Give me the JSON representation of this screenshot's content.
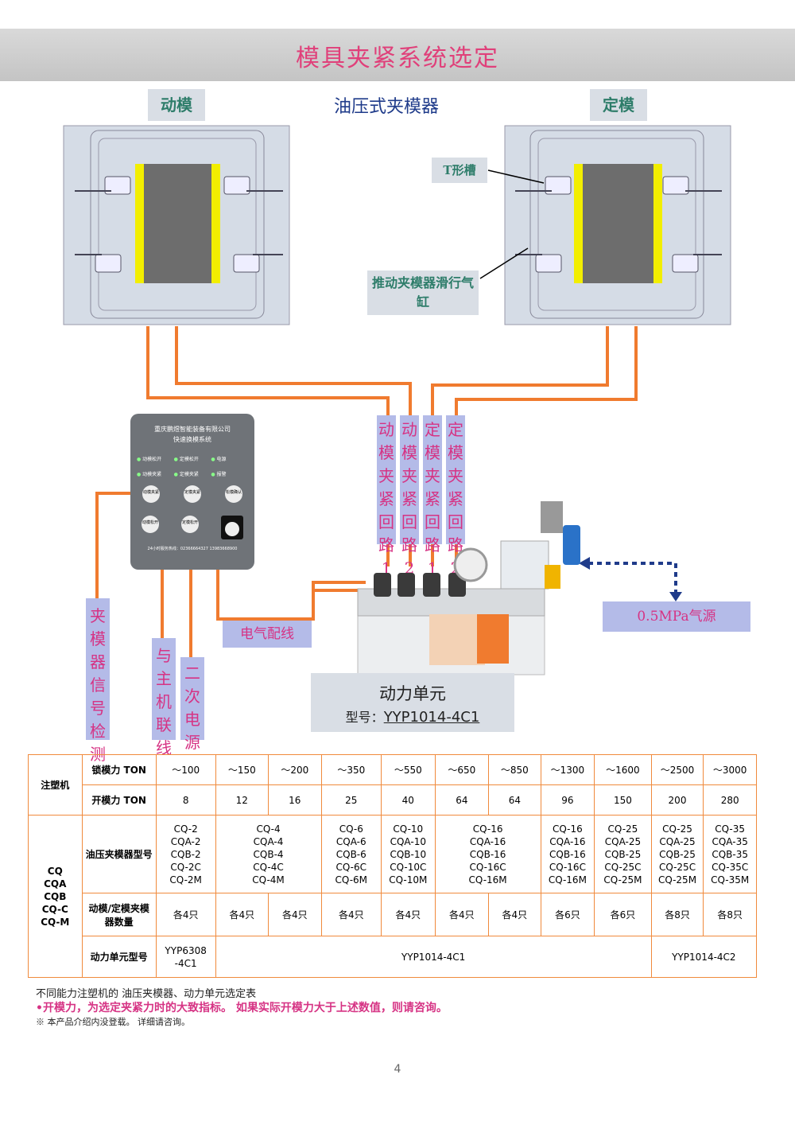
{
  "title": "模具夹紧系统选定",
  "left_label": "动模",
  "right_label": "定模",
  "center_title": "油压式夹模器",
  "callout_t": "T形槽",
  "callout_cyl": "推动夹模器滑行气缸",
  "panel": {
    "company": "重庆鹏煜智能装备有限公司",
    "system": "快速换模系统",
    "lamps": [
      "动模松开",
      "定模松开",
      "电源",
      "动模夹紧",
      "定模夹紧",
      "报警"
    ],
    "btns": [
      "动模夹紧",
      "定模夹紧",
      "松模确认",
      "动模松开",
      "定模松开"
    ],
    "hotline": "24小时服务热线：02366664327 13983668900"
  },
  "circuits": [
    "动模夹紧回路1",
    "动模夹紧回路2",
    "定模夹紧回路1",
    "定模夹紧回路2"
  ],
  "air_source": "0.5MPa气源",
  "electrical": "电气配线",
  "signal": "夹模器信号检测",
  "link": "与主机联线",
  "power2": "二次电源",
  "power_unit": {
    "title": "动力单元",
    "model_label": "型号：",
    "model": "YYP1014-4C1"
  },
  "table": {
    "injection": "注塑机",
    "lock_force": "锁模力 TON",
    "lock_values": [
      "～100",
      "～150",
      "～200",
      "～350",
      "～550",
      "～650",
      "～850",
      "～1300",
      "～1600",
      "～2500",
      "～3000"
    ],
    "open_force": "开模力 TON",
    "open_values": [
      "8",
      "12",
      "16",
      "25",
      "40",
      "64",
      "64",
      "96",
      "150",
      "200",
      "280"
    ],
    "series_label": "CQ\nCQA\nCQB\nCQ-C\nCQ-M",
    "clamp_model": "油压夹模器型号",
    "models": [
      "CQ-2\nCQA-2\nCQB-2\nCQ-2C\nCQ-2M",
      "CQ-4\nCQA-4\nCQB-4\nCQ-4C\nCQ-4M",
      "CQ-6\nCQA-6\nCQB-6\nCQ-6C\nCQ-6M",
      "CQ-10\nCQA-10\nCQB-10\nCQ-10C\nCQ-10M",
      "CQ-16\nCQA-16\nCQB-16\nCQ-16C\nCQ-16M",
      "CQ-16\nCQA-16\nCQB-16\nCQ-16C\nCQ-16M",
      "CQ-25\nCQA-25\nCQB-25\nCQ-25C\nCQ-25M",
      "CQ-25\nCQA-25\nCQB-25\nCQ-25C\nCQ-25M",
      "CQ-35\nCQA-35\nCQB-35\nCQ-35C\nCQ-35M"
    ],
    "qty_label": "动模/定模夹模器数量",
    "qty_values": [
      "各4只",
      "各4只",
      "各4只",
      "各4只",
      "各4只",
      "各4只",
      "各4只",
      "各6只",
      "各6只",
      "各8只",
      "各8只"
    ],
    "unit_label": "动力单元型号",
    "unit_values": [
      "YYP6308\n-4C1",
      "YYP1014-4C1",
      "YYP1014-4C2"
    ]
  },
  "notes": {
    "n1": "不同能力注塑机的 油压夹模器、动力单元选定表",
    "n2": "•开模力，为选定夹紧力时的大致指标。 如果实际开模力大于上述数值，则请咨询。",
    "n3": "※ 本产品介绍内没登载。 详细请咨询。"
  },
  "page_number": "4",
  "colors": {
    "wire": "#f07b2f",
    "pink": "#d63384",
    "lavender": "#b4bbe8",
    "yellow": "#f2ee00",
    "mold": "#6d6d6d"
  }
}
